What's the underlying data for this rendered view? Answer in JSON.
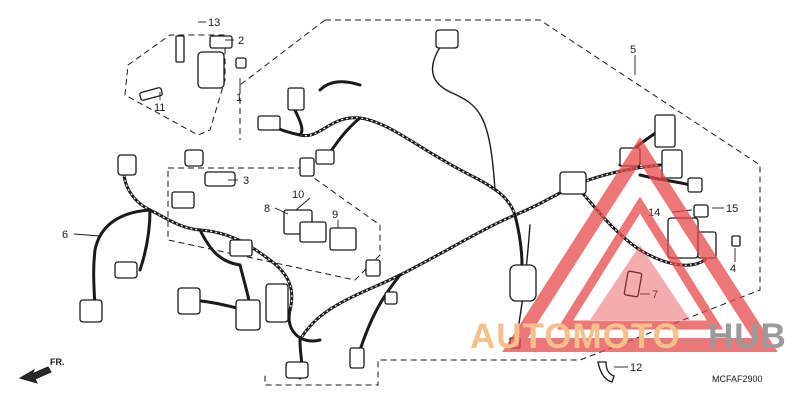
{
  "callouts": [
    {
      "id": "1",
      "label": "1"
    },
    {
      "id": "2",
      "label": "2"
    },
    {
      "id": "3",
      "label": "3"
    },
    {
      "id": "4",
      "label": "4"
    },
    {
      "id": "5",
      "label": "5"
    },
    {
      "id": "6",
      "label": "6"
    },
    {
      "id": "7",
      "label": "7"
    },
    {
      "id": "8",
      "label": "8"
    },
    {
      "id": "9",
      "label": "9"
    },
    {
      "id": "10",
      "label": "10"
    },
    {
      "id": "11",
      "label": "11"
    },
    {
      "id": "12",
      "label": "12"
    },
    {
      "id": "13",
      "label": "13"
    },
    {
      "id": "14",
      "label": "14"
    },
    {
      "id": "15",
      "label": "15"
    }
  ],
  "front_indicator": "FR.",
  "diagram_code": "MCFAF2900",
  "watermark": {
    "part_a": "AUTOMOTO",
    "part_b": "HUB",
    "color_a": "#f6c08a",
    "color_b": "#9a9a9a",
    "logo_color": "#e84a4a"
  }
}
